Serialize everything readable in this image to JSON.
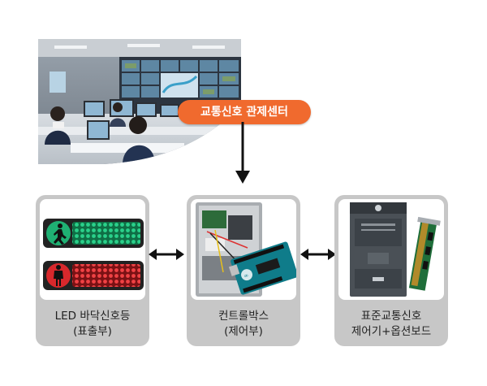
{
  "center_label": {
    "text": "교통신호 관제센터"
  },
  "boxes": [
    {
      "id": "led",
      "line1": "LED 바닥신호등",
      "line2": "(표출부)"
    },
    {
      "id": "ctrl",
      "line1": "컨트롤박스",
      "line2": "(제어부)"
    },
    {
      "id": "std",
      "line1": "표준교통신호",
      "line2": "제어기+옵션보드"
    }
  ],
  "colors": {
    "label_orange": "#f06a2e",
    "box_gray": "#c7c7c7",
    "arrow_black": "#111111",
    "green_led": "#1fb073",
    "red_led": "#d8282c"
  },
  "icons": {
    "walk": "pedestrian-walking-icon",
    "stop": "pedestrian-standing-icon"
  }
}
